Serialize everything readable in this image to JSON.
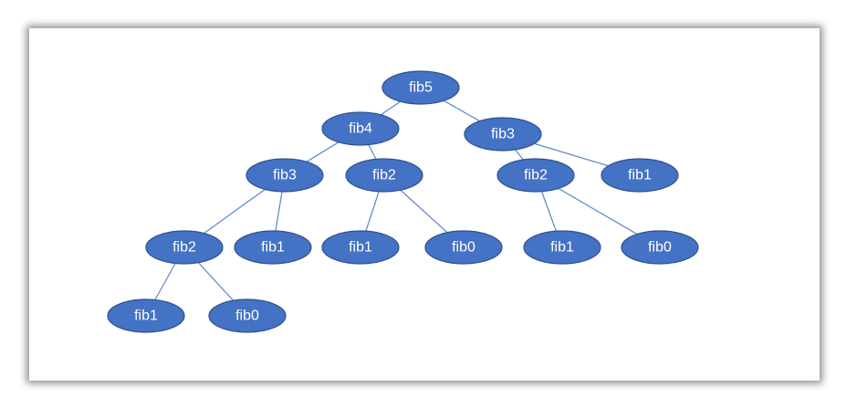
{
  "diagram": {
    "nodes": [
      {
        "id": "n1",
        "label": "fib5"
      },
      {
        "id": "n2",
        "label": "fib4"
      },
      {
        "id": "n3",
        "label": "fib3"
      },
      {
        "id": "n4",
        "label": "fib3"
      },
      {
        "id": "n5",
        "label": "fib2"
      },
      {
        "id": "n6",
        "label": "fib2"
      },
      {
        "id": "n7",
        "label": "fib1"
      },
      {
        "id": "n8",
        "label": "fib2"
      },
      {
        "id": "n9",
        "label": "fib1"
      },
      {
        "id": "n10",
        "label": "fib1"
      },
      {
        "id": "n11",
        "label": "fib0"
      },
      {
        "id": "n12",
        "label": "fib1"
      },
      {
        "id": "n13",
        "label": "fib0"
      },
      {
        "id": "n14",
        "label": "fib1"
      },
      {
        "id": "n15",
        "label": "fib0"
      }
    ],
    "edges": [
      [
        "n1",
        "n2"
      ],
      [
        "n1",
        "n3"
      ],
      [
        "n2",
        "n4"
      ],
      [
        "n2",
        "n5"
      ],
      [
        "n3",
        "n6"
      ],
      [
        "n3",
        "n7"
      ],
      [
        "n4",
        "n8"
      ],
      [
        "n4",
        "n9"
      ],
      [
        "n5",
        "n10"
      ],
      [
        "n5",
        "n11"
      ],
      [
        "n6",
        "n12"
      ],
      [
        "n6",
        "n13"
      ],
      [
        "n8",
        "n14"
      ],
      [
        "n8",
        "n15"
      ]
    ],
    "colors": {
      "node_fill": "#4472c4",
      "node_border": "#2f528f",
      "edge": "#5b85c7",
      "label": "#ffffff"
    }
  }
}
